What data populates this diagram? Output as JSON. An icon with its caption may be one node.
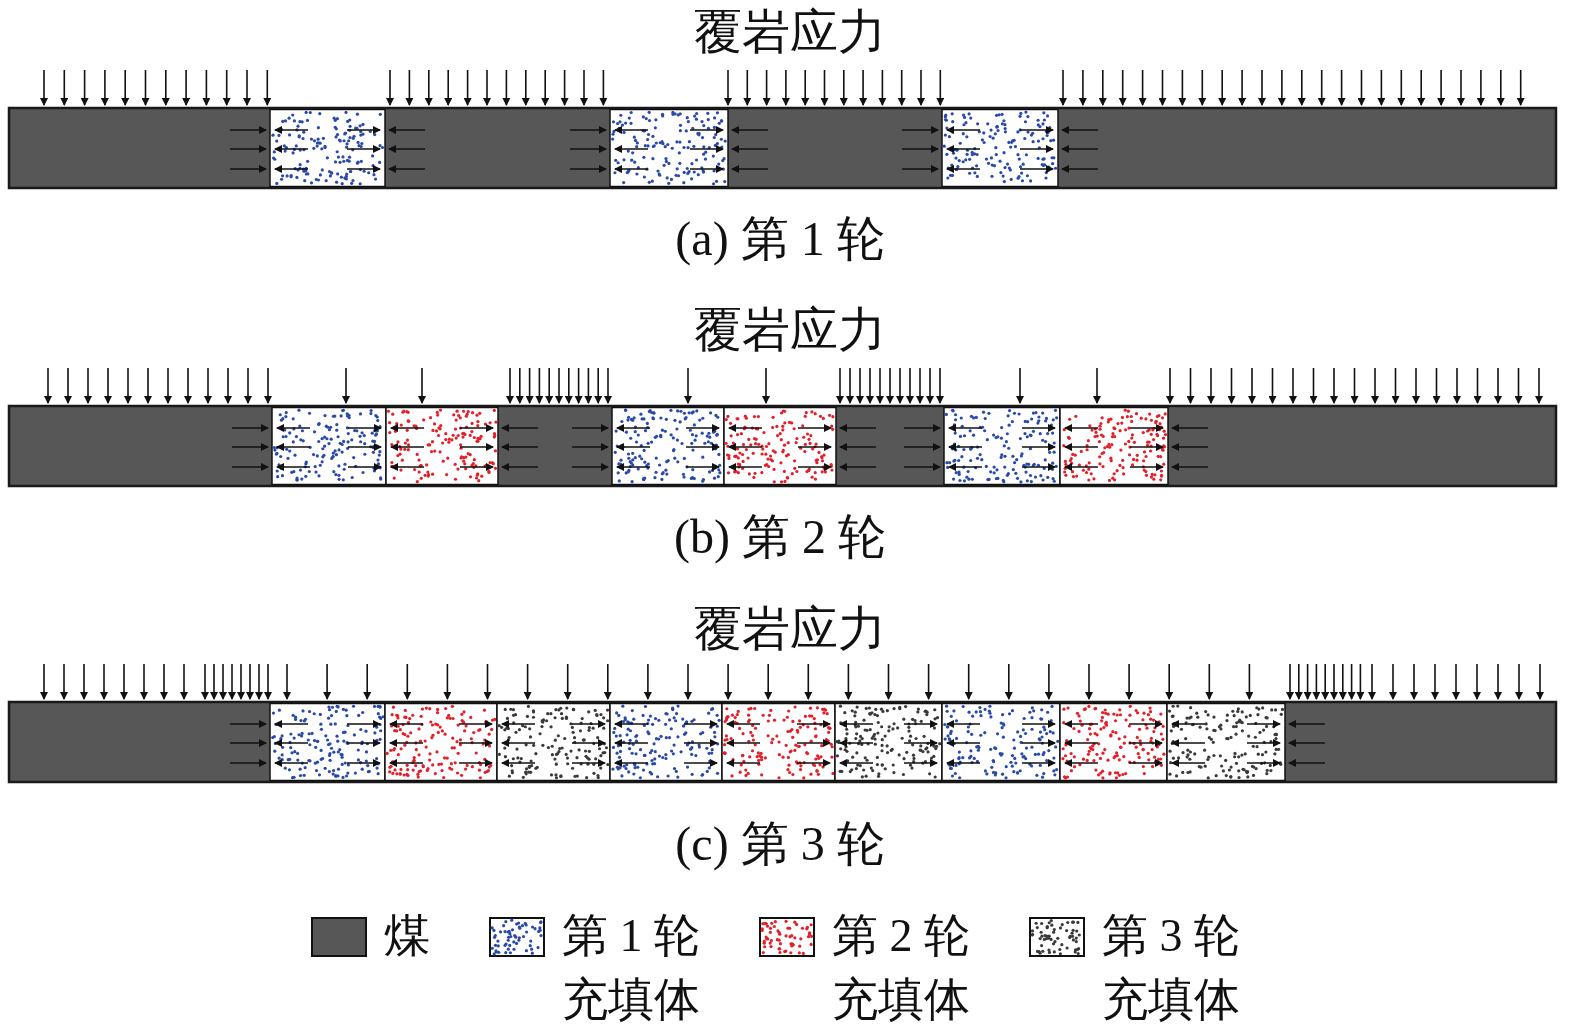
{
  "diagram": {
    "labels": [
      "覆岩应力",
      "(a) 第 1 轮",
      "覆岩应力",
      "(b) 第 2 轮",
      "覆岩应力",
      "(c) 第 3 轮"
    ],
    "legend": [
      {
        "text": "煤",
        "color": "#575757"
      },
      {
        "text": "第 1 轮充填体",
        "color": "#2a4aa8"
      },
      {
        "text": "第 2 轮充填体",
        "color": "#e3202a"
      },
      {
        "text": "第 3 轮充填体",
        "color": "#3a3a3a"
      }
    ]
  }
}
